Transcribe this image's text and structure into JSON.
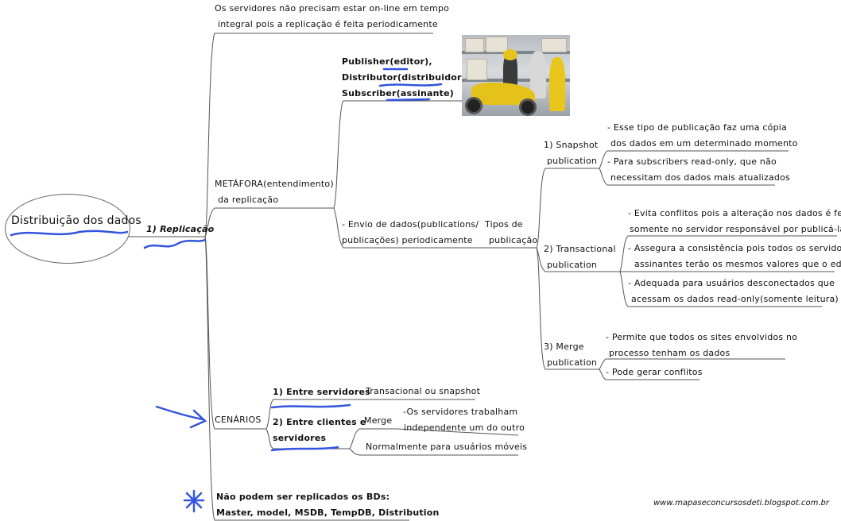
{
  "root": {
    "label": "Distribuição dos dados"
  },
  "replicacao": {
    "label": "1) Replicação"
  },
  "servers_note": {
    "line1": "Os servidores não precisam estar on-line em tempo",
    "line2": "integral pois a replicação é feita periodicamente"
  },
  "metafora": {
    "line1": "METÁFORA(entendimento)",
    "line2": "da replicação",
    "roles": [
      "Publisher(editor),",
      "Distributor(distribuidor),",
      "Subscriber(assinante)"
    ]
  },
  "envio": {
    "line1": "- Envio de dados(publications/",
    "line2": "publicações) periodicamente"
  },
  "tipos": {
    "line1": "Tipos de",
    "line2": "publicação"
  },
  "snapshot": {
    "line1": "1) Snapshot",
    "line2": "publication",
    "notes": [
      {
        "line1": "- Esse tipo de publicação faz uma cópia",
        "line2": "dos dados em um determinado momento"
      },
      {
        "line1": "- Para subscribers read-only, que não",
        "line2": "necessitam dos dados mais atualizados"
      }
    ]
  },
  "transactional": {
    "line1": "2) Transactional",
    "line2": "publication",
    "notes": [
      {
        "line1": "- Evita conflitos pois a alteração nos dados é feita",
        "line2": "somente no servidor responsável por publicá-las"
      },
      {
        "line1": "- Assegura a consistência pois todos os servidores",
        "line2": "assinantes terão os mesmos valores que o editor"
      },
      {
        "line1": "- Adequada para usuários desconectados que",
        "line2": "acessam os dados read-only(somente leitura)"
      }
    ]
  },
  "merge": {
    "line1": "3) Merge",
    "line2": "publication",
    "notes": [
      {
        "line1": "- Permite que todos os sites envolvidos no",
        "line2": "processo tenham os dados"
      },
      {
        "line1": "- Pode gerar conflitos",
        "line2": ""
      }
    ]
  },
  "cenarios": {
    "label": "CENÁRIOS",
    "entre_servidores": "1) Entre servidores",
    "transacional": "Transacional ou snapshot",
    "entre_clientes_line1": "2) Entre clientes e",
    "entre_clientes_line2": "servidores",
    "merge": "Merge",
    "merge_note_line1": "-Os servidores trabalham",
    "merge_note_line2": "independente um do outro",
    "moveis": "Normalmente para usuários móveis"
  },
  "nao_replicados": {
    "line1": "Não podem ser replicados os BDs:",
    "line2": "Master, model, MSDB, TempDB, Distribution"
  },
  "watermark": "www.mapaseconcursosdeti.blogspot.com.br",
  "colors": {
    "ink": "#111111",
    "line": "#555555",
    "highlight": "#3355dd"
  }
}
